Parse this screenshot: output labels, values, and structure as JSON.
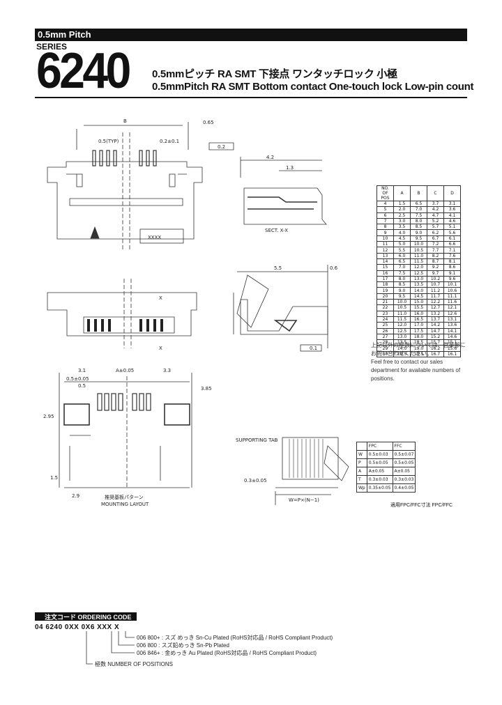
{
  "header": {
    "pitch_label": "0.5mm Pitch",
    "series_label": "SERIES",
    "model_number": "6240",
    "title_jp": "0.5mmピッチ RA SMT 下接点 ワンタッチロック 小極",
    "title_en": "0.5mmPitch RA SMT Bottom contact One-touch lock Low-pin count"
  },
  "drawing_labels": {
    "top_dim_b": "B",
    "dim_065": "0.65",
    "dim_05_typ": "0.5(TYP)",
    "dim_02": "0.2±0.1",
    "flatness": "0.2",
    "dim_42": "4.2",
    "dim_13": "1.3",
    "sect_xx": "SECT. X-X",
    "xxxx": "XXXX",
    "dim_55": "5.5",
    "dim_06": "0.6",
    "dim_01": "0.1",
    "x_mark": "X",
    "dim_31": "3.1",
    "dim_a005": "A±0.05",
    "dim_33": "3.3",
    "dim_05b": "0.5±0.05",
    "dim_05": "0.5",
    "dim_29": "2.9",
    "dim_15": "1.5",
    "dim_295": "2.95",
    "dim_385": "3.85",
    "mounting_layout_jp": "推奨基板パターン",
    "mounting_layout": "MOUNTING LAYOUT",
    "supporting_tab": "SUPPORTING TAB",
    "dim_03": "0.3±0.05",
    "w_pitch": "W=P×(N−1)"
  },
  "positions_table": {
    "headers": [
      "NO. OF POS",
      "A",
      "B",
      "C",
      "D"
    ],
    "rows": [
      [
        "4",
        "1.5",
        "6.5",
        "3.7",
        "3.1"
      ],
      [
        "5",
        "2.0",
        "7.0",
        "4.2",
        "3.6"
      ],
      [
        "6",
        "2.5",
        "7.5",
        "4.7",
        "4.1"
      ],
      [
        "7",
        "3.0",
        "8.0",
        "5.2",
        "4.6"
      ],
      [
        "8",
        "3.5",
        "8.5",
        "5.7",
        "5.1"
      ],
      [
        "9",
        "4.0",
        "9.0",
        "6.2",
        "5.6"
      ],
      [
        "10",
        "4.5",
        "9.5",
        "6.7",
        "6.1"
      ],
      [
        "11",
        "5.0",
        "10.0",
        "7.2",
        "6.6"
      ],
      [
        "12",
        "5.5",
        "10.5",
        "7.7",
        "7.1"
      ],
      [
        "13",
        "6.0",
        "11.0",
        "8.2",
        "7.6"
      ],
      [
        "14",
        "6.5",
        "11.5",
        "8.7",
        "8.1"
      ],
      [
        "15",
        "7.0",
        "12.0",
        "9.2",
        "8.6"
      ],
      [
        "16",
        "7.5",
        "12.5",
        "9.7",
        "9.1"
      ],
      [
        "17",
        "8.0",
        "13.0",
        "10.2",
        "9.6"
      ],
      [
        "18",
        "8.5",
        "13.5",
        "10.7",
        "10.1"
      ],
      [
        "19",
        "9.0",
        "14.0",
        "11.2",
        "10.6"
      ],
      [
        "20",
        "9.5",
        "14.5",
        "11.7",
        "11.1"
      ],
      [
        "21",
        "10.0",
        "15.0",
        "12.2",
        "11.6"
      ],
      [
        "22",
        "10.5",
        "15.5",
        "12.7",
        "12.1"
      ],
      [
        "23",
        "11.0",
        "16.0",
        "13.2",
        "12.6"
      ],
      [
        "24",
        "11.5",
        "16.5",
        "13.7",
        "13.1"
      ],
      [
        "25",
        "12.0",
        "17.0",
        "14.2",
        "13.6"
      ],
      [
        "26",
        "12.5",
        "17.5",
        "14.7",
        "14.1"
      ],
      [
        "27",
        "13.0",
        "18.0",
        "15.2",
        "14.6"
      ],
      [
        "28",
        "13.5",
        "18.5",
        "15.7",
        "15.1"
      ],
      [
        "29",
        "14.0",
        "19.0",
        "16.2",
        "15.6"
      ],
      [
        "30",
        "14.5",
        "19.5",
        "16.7",
        "16.1"
      ]
    ]
  },
  "note": {
    "jp": "上記以外の極数については、営業部にお問い合わせください。",
    "en": "Feel free to contact our sales department for available numbers of positions."
  },
  "fpc_table": {
    "headers": [
      "",
      "FPC",
      "FFC"
    ],
    "rows": [
      [
        "W",
        "0.5±0.03",
        "0.5±0.07"
      ],
      [
        "P",
        "0.5±0.05",
        "0.5±0.05"
      ],
      [
        "A",
        "A±0.05",
        "A±0.05"
      ],
      [
        "T",
        "0.3±0.03",
        "0.3±0.03"
      ],
      [
        "Wp",
        "0.35±0.05",
        "0.4±0.05"
      ]
    ],
    "caption_jp": "適用FPC/FFC寸法",
    "caption": "FPC/FFC"
  },
  "ordering": {
    "title": "注文コード ORDERING CODE",
    "code": "04 6240 0XX 0X6 XXX X",
    "options": [
      "006 800+ : スズ めっき   Sn-Cu Plated (RoHS対応品 / RoHS Compliant Product)",
      "006 800 : スズ鉛めっき   Sn-Pb Plated",
      "006 846+ : 金めっき   Au Plated (RoHS対応品 / RoHS Compliant Product)"
    ],
    "positions_note": "極数 NUMBER OF POSITIONS"
  }
}
